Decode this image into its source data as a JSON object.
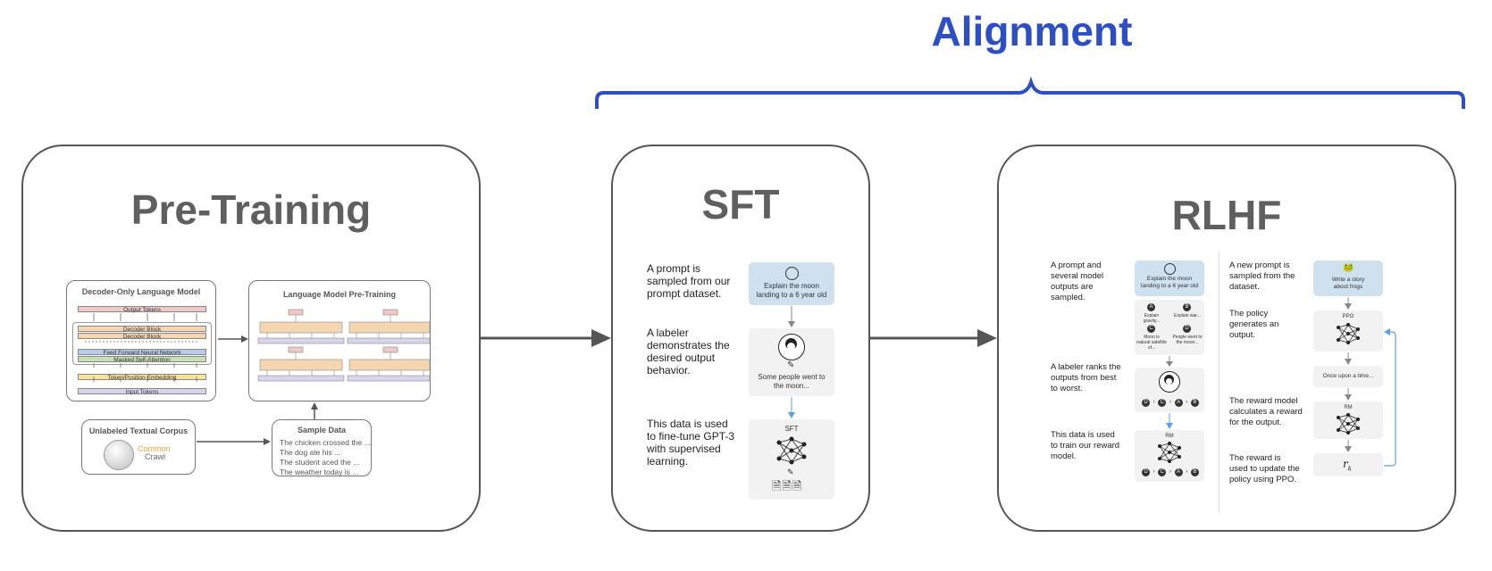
{
  "alignment": {
    "title": "Alignment"
  },
  "pretraining": {
    "title": "Pre-Training",
    "decoder_box": {
      "title": "Decoder-Only Language Model",
      "output_tokens": "Output Tokens",
      "decoder_block_1": "Decoder Block",
      "decoder_block_2": "Decoder Block",
      "feed_forward": "Feed Forward Neural Network",
      "masked_attention": "Masked Self-Attention",
      "embedding": "Token/Position Embedding",
      "input_tokens": "Input Tokens"
    },
    "lm_box": {
      "title": "Language Model Pre-Training"
    },
    "corpus": {
      "title": "Unlabeled Textual Corpus",
      "logo_common": "Common",
      "logo_crawl": "Crawl"
    },
    "sample": {
      "title": "Sample Data",
      "lines": [
        "The chicken crossed the ...",
        "The dog ate his ...",
        "The student aced the ...",
        "The weather today is ..."
      ]
    }
  },
  "sft": {
    "title": "SFT",
    "step1": "A prompt is sampled from our prompt dataset.",
    "step2": "A labeler demonstrates the desired output behavior.",
    "step3": "This data is used to fine-tune GPT-3 with supervised learning.",
    "prompt_card": "Explain the moon landing to a 6 year old",
    "labeler_card": "Some people went to the moon...",
    "model_label": "SFT"
  },
  "rlhf": {
    "title": "RLHF",
    "left": {
      "step1": "A prompt and several model outputs are sampled.",
      "step2": "A labeler ranks the outputs from best to worst.",
      "step3": "This data is used to train our reward model.",
      "prompt_card": "Explain the moon landing to a 6 year old",
      "options": [
        {
          "letter": "A",
          "text": "Explain gravity..."
        },
        {
          "letter": "B",
          "text": "Explain war..."
        },
        {
          "letter": "C",
          "text": "Moon is natural satellite of..."
        },
        {
          "letter": "D",
          "text": "People went to the moon..."
        }
      ],
      "ranking": [
        "D",
        "C",
        "A",
        "B"
      ],
      "rm_label": "RM"
    },
    "right": {
      "step1": "A new prompt is sampled from the dataset.",
      "step2": "The policy generates an output.",
      "step3": "The reward model calculates a reward for the output.",
      "step4": "The reward is used to update the policy using PPO.",
      "prompt_card": "Write a story about frogs",
      "ppo_label": "PPO",
      "output_card": "Once upon a time...",
      "rm_label": "RM",
      "reward_symbol": "r",
      "reward_sub": "k"
    }
  },
  "colors": {
    "accent": "#2d4fc4",
    "border": "#555555",
    "arrow_blue": "#5aa0e0"
  }
}
